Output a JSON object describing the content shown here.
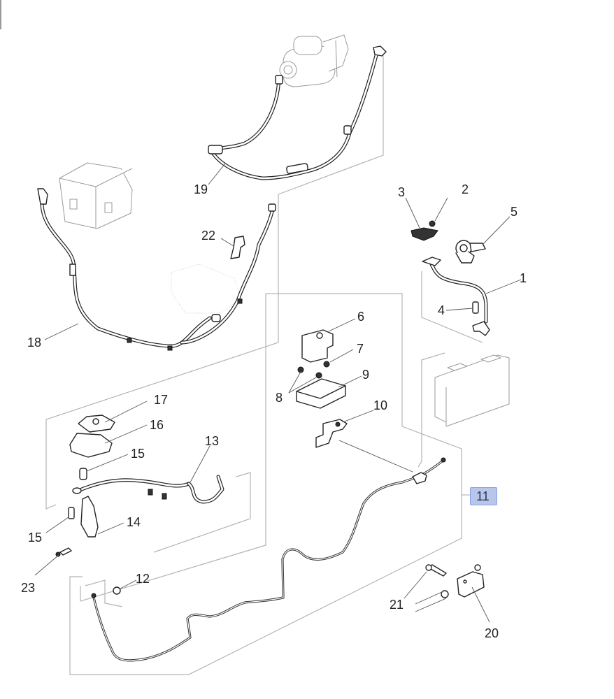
{
  "diagram": {
    "title": "Battery cables and wiring exploded parts view",
    "callouts": [
      {
        "id": "1",
        "label": "1"
      },
      {
        "id": "2",
        "label": "2"
      },
      {
        "id": "3",
        "label": "3"
      },
      {
        "id": "4",
        "label": "4"
      },
      {
        "id": "5",
        "label": "5"
      },
      {
        "id": "6",
        "label": "6"
      },
      {
        "id": "7",
        "label": "7"
      },
      {
        "id": "8",
        "label": "8"
      },
      {
        "id": "9",
        "label": "9"
      },
      {
        "id": "10",
        "label": "10"
      },
      {
        "id": "11",
        "label": "11",
        "highlighted": true
      },
      {
        "id": "12",
        "label": "12"
      },
      {
        "id": "13",
        "label": "13"
      },
      {
        "id": "14",
        "label": "14"
      },
      {
        "id": "15a",
        "label": "15"
      },
      {
        "id": "15b",
        "label": "15"
      },
      {
        "id": "16",
        "label": "16"
      },
      {
        "id": "17",
        "label": "17"
      },
      {
        "id": "18",
        "label": "18"
      },
      {
        "id": "19",
        "label": "19"
      },
      {
        "id": "20",
        "label": "20"
      },
      {
        "id": "21",
        "label": "21"
      },
      {
        "id": "22",
        "label": "22"
      },
      {
        "id": "23",
        "label": "23"
      }
    ],
    "components": [
      "starter-motor",
      "fuse-box",
      "battery",
      "positive-cable-19",
      "ground-cable-18",
      "negative-cable-1",
      "terminal-cover-6",
      "terminal-block-9",
      "clamp-10",
      "cable-13",
      "shield-14",
      "cover-16",
      "cover-17",
      "harness-11",
      "bracket-20",
      "clip-22"
    ],
    "colors": {
      "highlight_fill": "#b7c6ea",
      "highlight_border": "#8a9ef0",
      "line": "#222222",
      "frame": "#b3b3b3"
    }
  }
}
